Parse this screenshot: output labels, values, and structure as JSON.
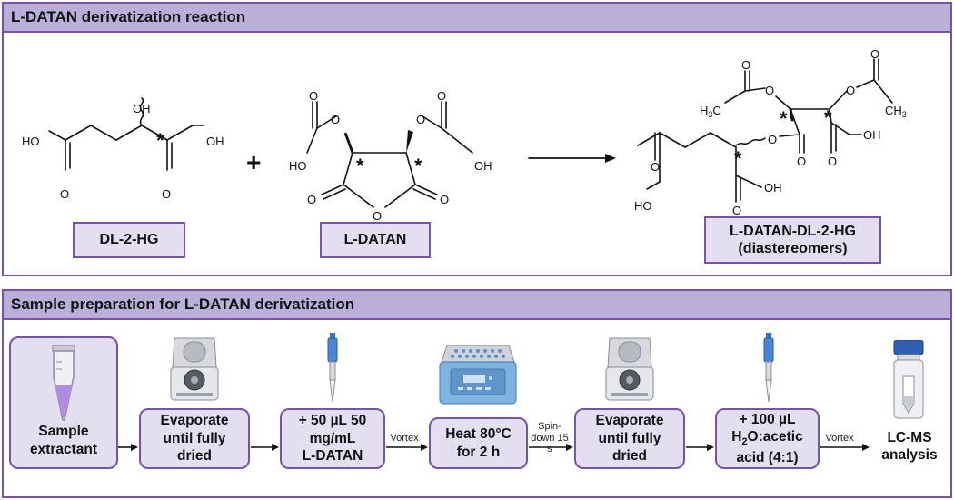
{
  "reaction": {
    "title": "L-DATAN derivatization reaction",
    "dl2hg_label": "DL-2-HG",
    "ldatan_label": "L-DATAN",
    "product_line1": "L-DATAN-DL-2-HG",
    "product_line2": "(diastereomers)",
    "plus": "+",
    "atoms": {
      "ho": "HO",
      "oh": "OH",
      "o": "O",
      "h3c": "H3C",
      "ch3": "CH3",
      "star": "*"
    }
  },
  "prep": {
    "title": "Sample preparation for L-DATAN derivatization",
    "steps": [
      {
        "lines": [
          "Sample",
          "extractant"
        ]
      },
      {
        "lines": [
          "Evaporate",
          "until fully",
          "dried"
        ]
      },
      {
        "lines": [
          "+ 50 µL 50",
          "mg/mL",
          "L-DATAN"
        ]
      },
      {
        "lines": [
          "Heat 80°C",
          "for 2 h"
        ]
      },
      {
        "lines": [
          "Evaporate",
          "until fully",
          "dried"
        ]
      },
      {
        "lines": [
          "+ 100 µL",
          "H2O:acetic",
          "acid (4:1)"
        ]
      }
    ],
    "transitions": {
      "vortex1": "Vortex",
      "spin_line1": "Spin-",
      "spin_line2": "down 15 s",
      "vortex2": "Vortex"
    },
    "result_line1": "LC-MS",
    "result_line2": "analysis"
  },
  "colors": {
    "header_bg": "#b9afd9",
    "border": "#7a52a8",
    "box_bg": "#e3def0"
  }
}
